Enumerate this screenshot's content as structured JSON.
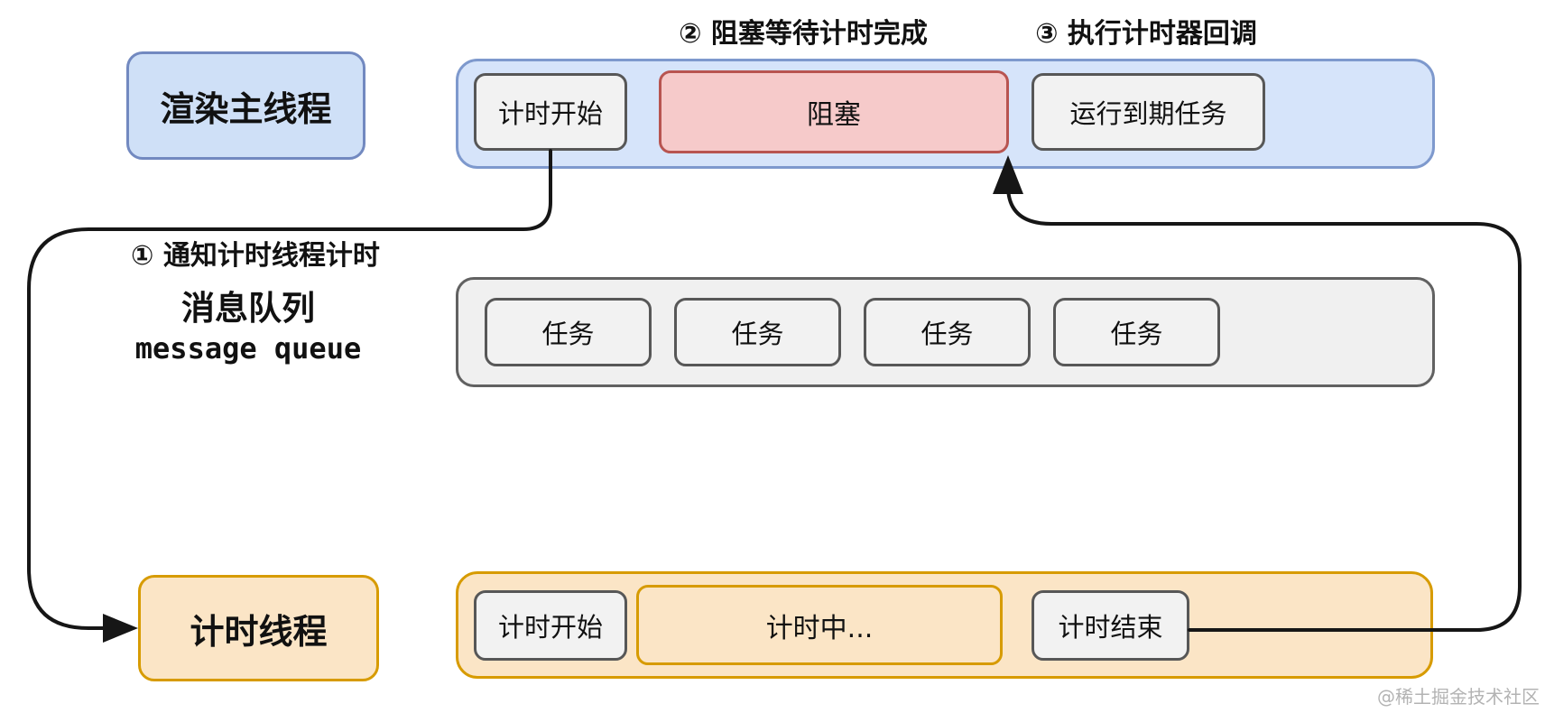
{
  "annotations": {
    "step1": "① 通知计时线程计时",
    "step2": "② 阻塞等待计时完成",
    "step3": "③ 执行计时器回调"
  },
  "main_thread": {
    "label": "渲染主线程",
    "timeline": [
      {
        "label": "计时开始",
        "type": "gray"
      },
      {
        "label": "阻塞",
        "type": "red"
      },
      {
        "label": "运行到期任务",
        "type": "gray"
      }
    ]
  },
  "message_queue": {
    "label_zh": "消息队列",
    "label_en": "message queue",
    "tasks": [
      "任务",
      "任务",
      "任务",
      "任务"
    ]
  },
  "timer_thread": {
    "label": "计时线程",
    "timeline": [
      {
        "label": "计时开始",
        "type": "gray"
      },
      {
        "label": "计时中...",
        "type": "orange"
      },
      {
        "label": "计时结束",
        "type": "gray"
      }
    ]
  },
  "watermark": "@稀土掘金技术社区",
  "colors": {
    "blue-fill": "#cfe0f7",
    "blue-border": "#7289c0",
    "track-blue-fill": "#d6e4fa",
    "track-blue-border": "#7e99cd",
    "gray-fill": "#f2f2f2",
    "gray-border": "#575757",
    "red-fill": "#f6caca",
    "red-border": "#b85450",
    "queue-fill": "#f0f0f0",
    "queue-border": "#616161",
    "orange-fill": "#fbe5c6",
    "orange-border": "#d79b00",
    "arrow": "#161616",
    "watermark": "#b3b3b3"
  }
}
